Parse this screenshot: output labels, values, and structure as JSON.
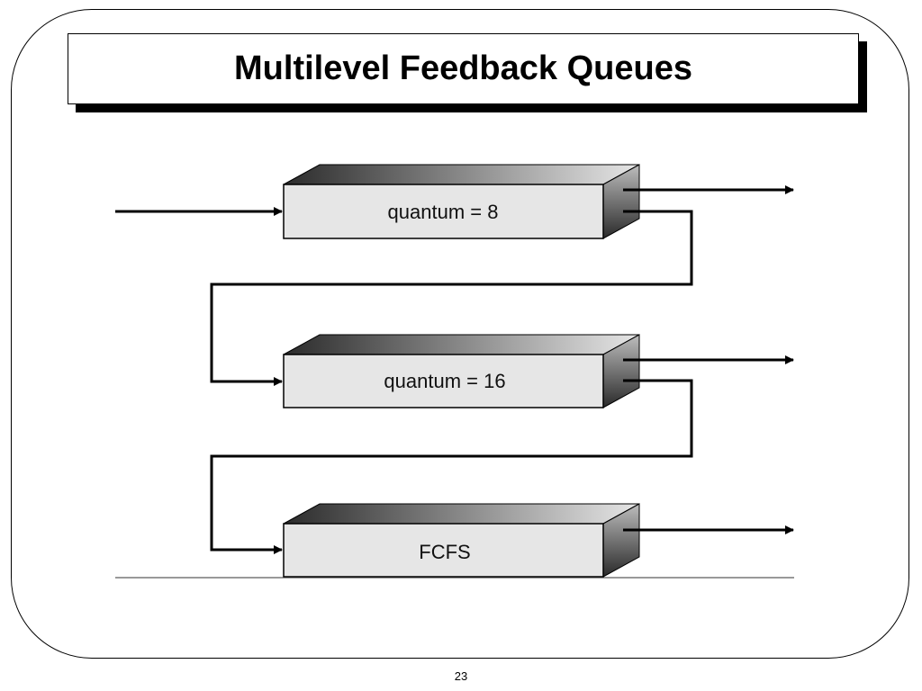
{
  "slide": {
    "title": "Multilevel Feedback Queues",
    "page_number": "23"
  },
  "queues": [
    {
      "label": "quantum = 8"
    },
    {
      "label": "quantum = 16"
    },
    {
      "label": "FCFS"
    }
  ]
}
